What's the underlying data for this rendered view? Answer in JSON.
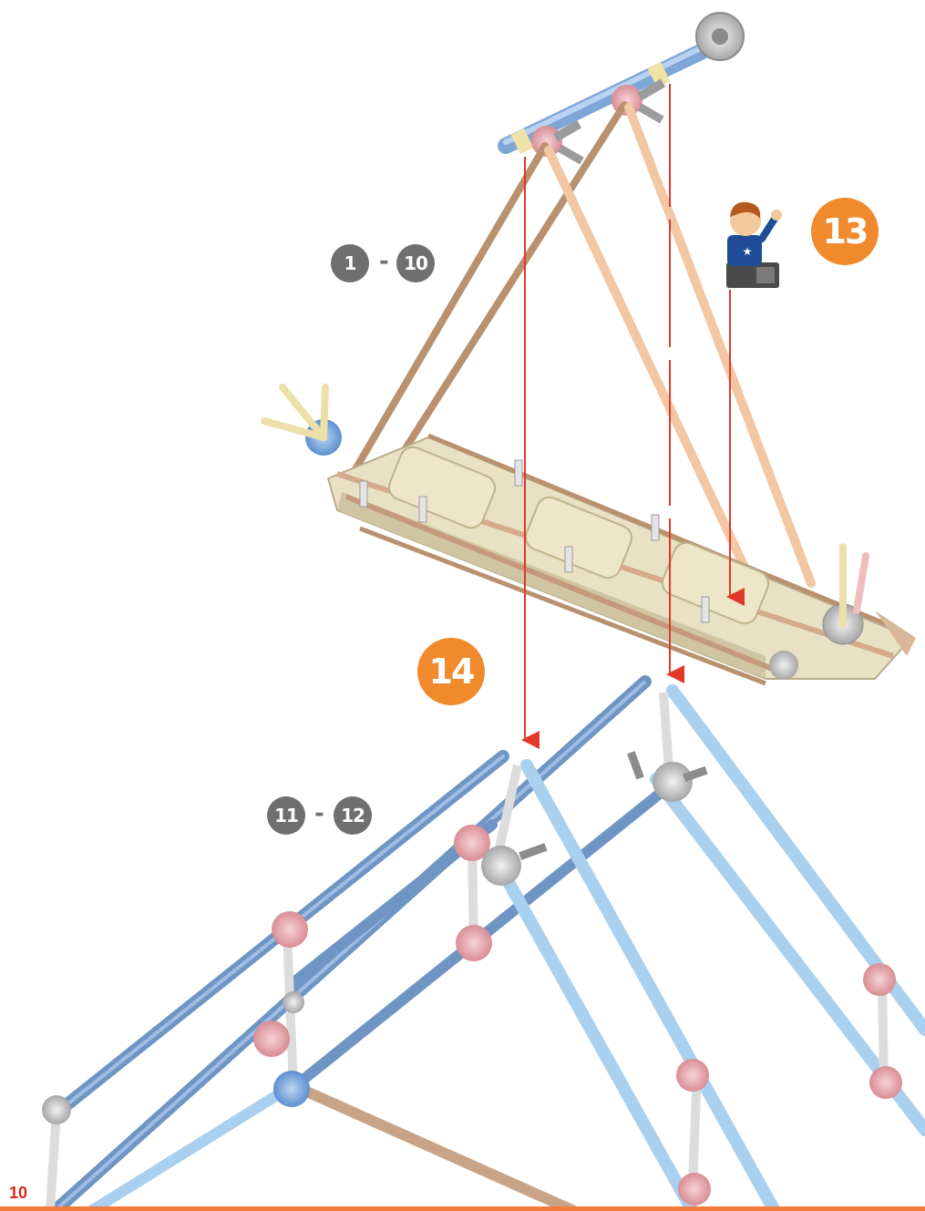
{
  "steps": {
    "main_range_1": {
      "from": "1",
      "sep": "-",
      "to": "10"
    },
    "main_range_2": {
      "from": "11",
      "sep": "-",
      "to": "12"
    },
    "step_13": "13",
    "step_14": "14"
  },
  "page_number": "10",
  "colors": {
    "step_badge": "#f08a2c",
    "sub_badge": "#6f6f6f",
    "arrow": "#e2382a",
    "page_number": "#d9261c",
    "bottom_rule": "#f27a3a",
    "rod_dark_blue": "#6f95c4",
    "rod_light_blue": "#a9d0ee",
    "rod_brown": "#b9916f",
    "rod_peach": "#f1c7a4",
    "connector_pink": "#e7a9ae",
    "connector_grey": "#c9c9c9",
    "boat_cream": "#e8e1c4"
  },
  "icons": [
    "figure-icon",
    "gear-connector-icon"
  ]
}
